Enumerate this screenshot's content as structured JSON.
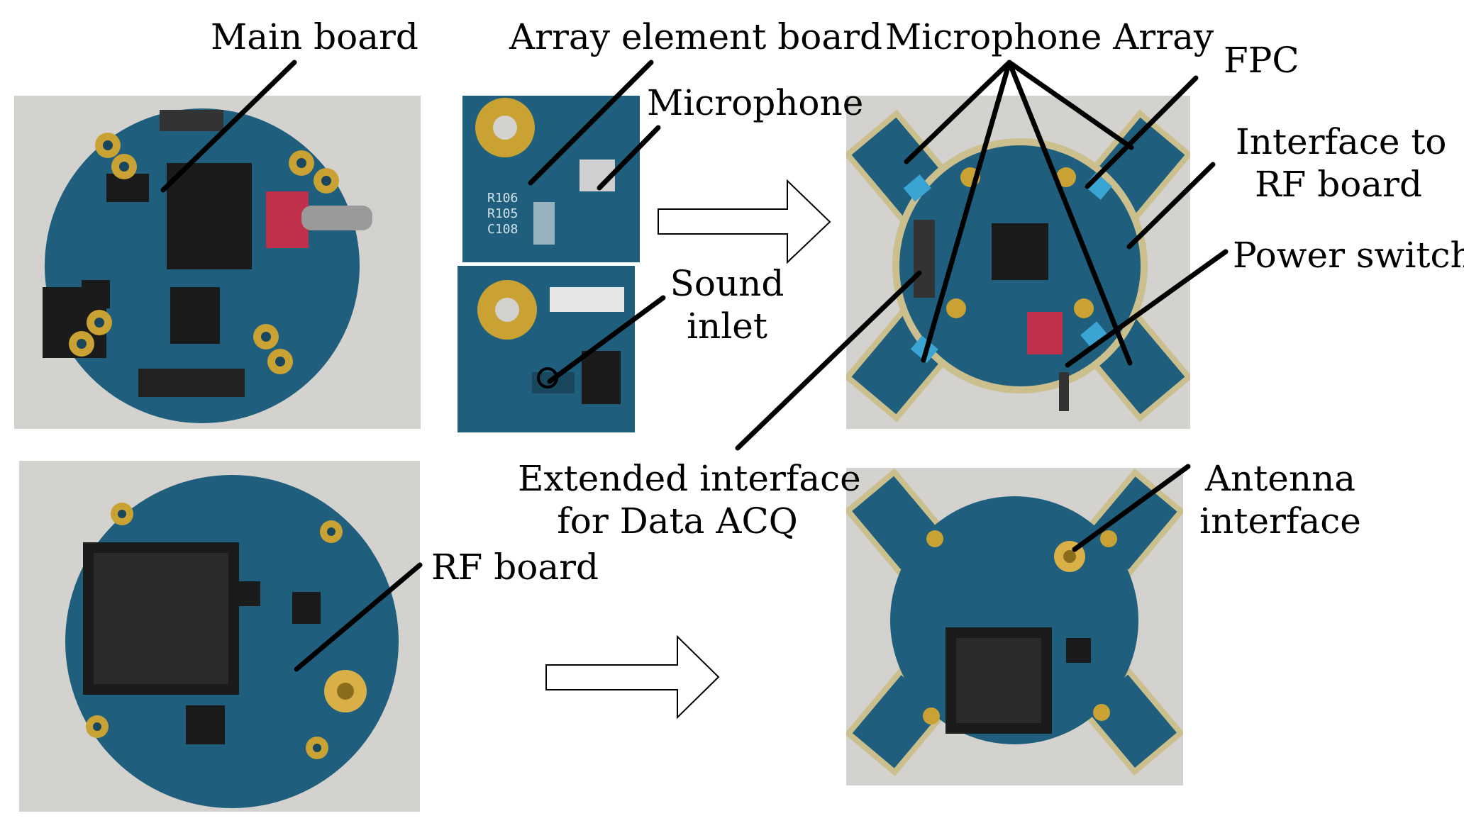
{
  "labels": {
    "main_board": "Main board",
    "array_element_board": "Array element board",
    "microphone": "Microphone",
    "sound_inlet_1": "Sound",
    "sound_inlet_2": "inlet",
    "microphone_array": "Microphone Array",
    "fpc": "FPC",
    "interface_rf_1": "Interface to",
    "interface_rf_2": "RF board",
    "power_switch": "Power switch",
    "extended_1": "Extended interface",
    "extended_2": "for Data ACQ",
    "rf_board": "RF board",
    "antenna_1": "Antenna",
    "antenna_2": "interface"
  },
  "colors": {
    "pcb": "#1f5f7d",
    "pcb_dark": "#18475e",
    "gold": "#c9a233",
    "chip": "#1b1b1b",
    "photo_bg": "#d3d2cf",
    "leader_line": "#000000"
  }
}
